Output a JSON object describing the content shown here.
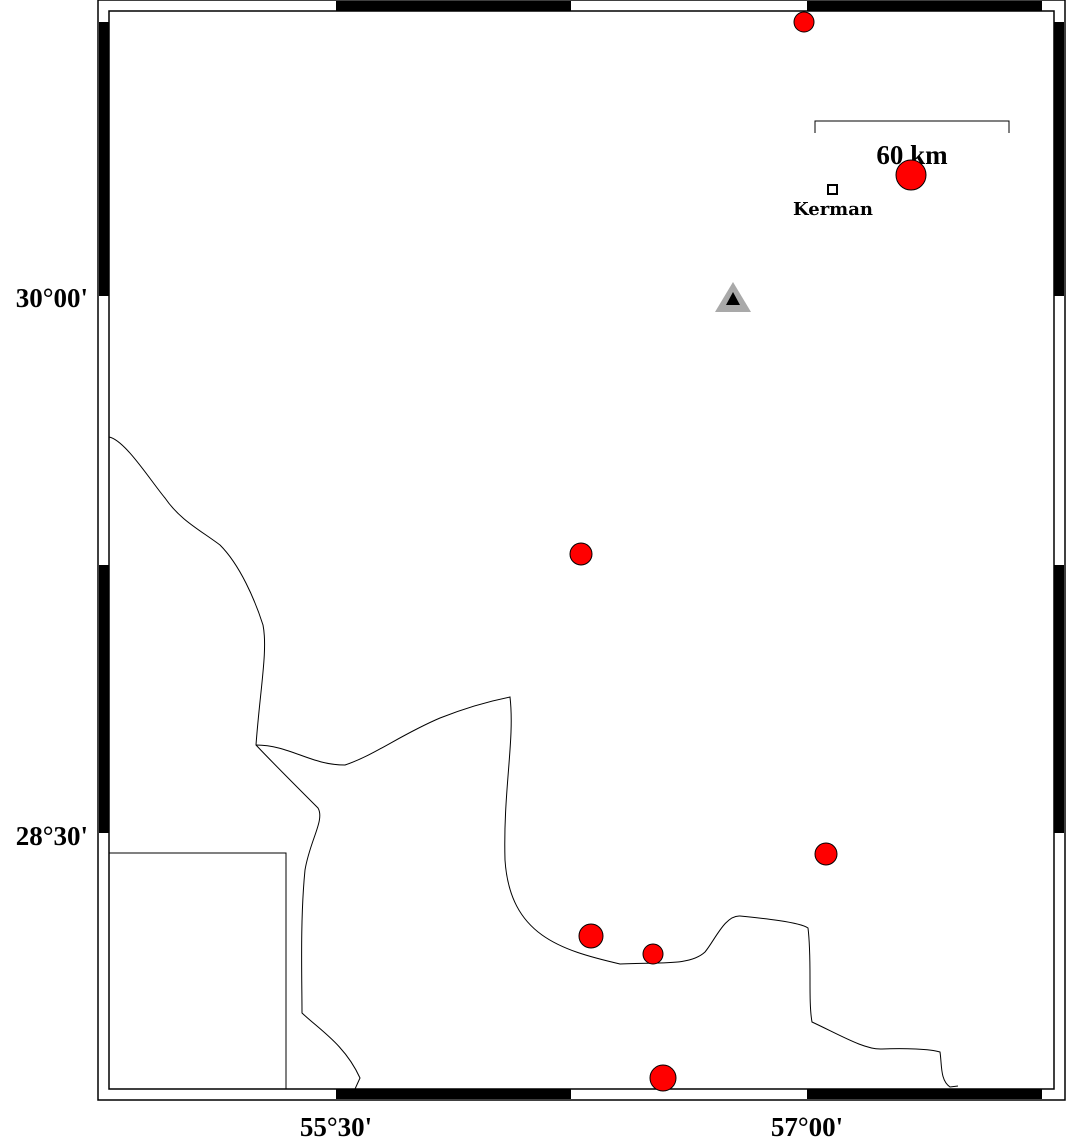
{
  "map": {
    "lon_labels": [
      "55°30'",
      "57°00'"
    ],
    "lat_labels": [
      "30°00'",
      "28°30'"
    ],
    "scale_bar": {
      "label": "60 km"
    },
    "city": {
      "name": "Kerman"
    },
    "colors": {
      "event": "#ff0000",
      "station_outer": "#a9a9a9",
      "station_inner": "#000000",
      "frame": "#000000"
    },
    "symbols": {
      "events": "red-circle",
      "station": "triangle",
      "city": "square"
    }
  }
}
